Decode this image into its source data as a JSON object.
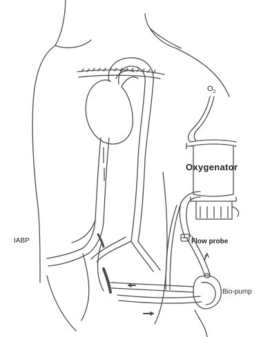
{
  "labels": {
    "o2": "O",
    "o2_sub": "2",
    "oxygenator": "Oxygenator",
    "iabp": "IABP",
    "flow_probe": "Flow probe",
    "bio_pump": "Bio-pump"
  },
  "colors": {
    "ink": "#4a4a4a",
    "background": "#ffffff"
  }
}
